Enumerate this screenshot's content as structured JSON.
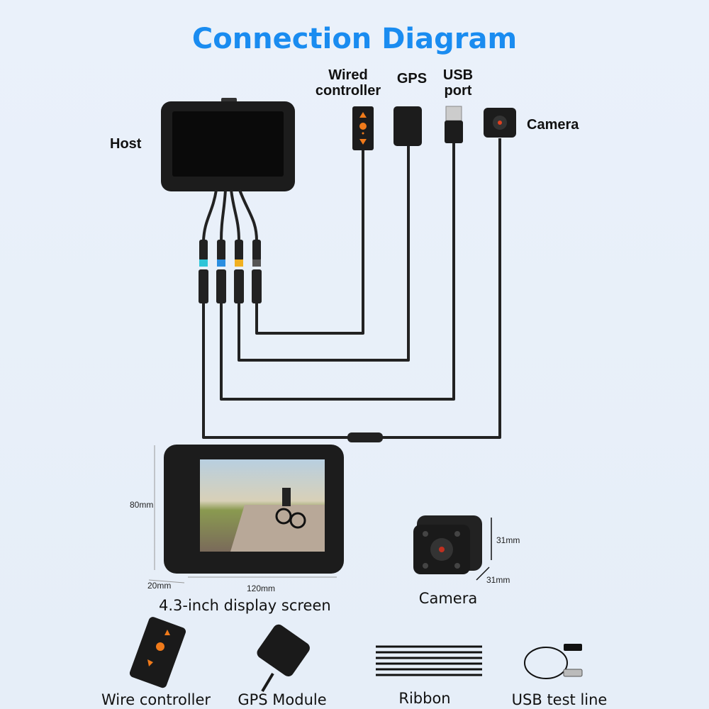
{
  "title": "Connection Diagram",
  "labels": {
    "host": "Host",
    "wired_controller_1": "Wired",
    "wired_controller_2": "controller",
    "gps": "GPS",
    "usb_1": "USB",
    "usb_2": "port",
    "camera": "Camera"
  },
  "dimensions": {
    "screen_height": "80mm",
    "screen_depth": "20mm",
    "screen_width": "120mm",
    "camera_height": "31mm",
    "camera_depth": "31mm"
  },
  "captions": {
    "display": "4.3-inch display screen",
    "camera": "Camera",
    "wire_controller": "Wire controller",
    "gps_module": "GPS Module",
    "ribbon": "Ribbon",
    "usb_test_line": "USB test line"
  },
  "colors": {
    "title": "#1a8cf0",
    "connector_cyan": "#2ec5d8",
    "connector_blue": "#2a8ee0",
    "connector_yellow": "#f0b020",
    "accent_orange": "#f07a1a"
  }
}
